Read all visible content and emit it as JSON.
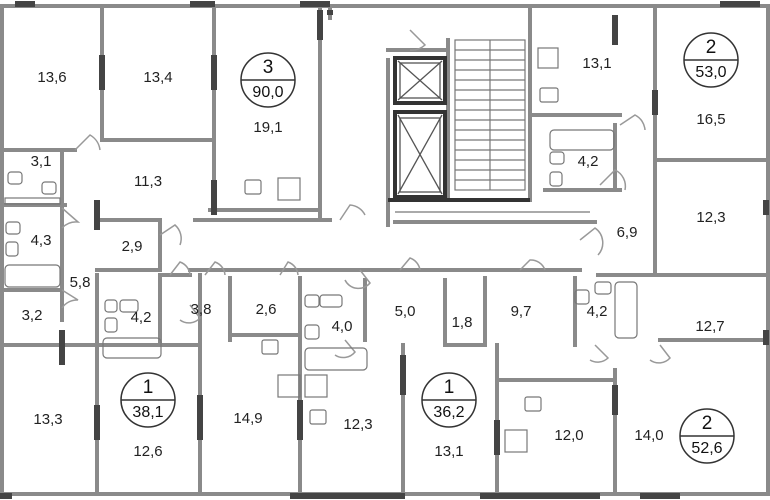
{
  "apartments": [
    {
      "id": "apt-3-rooms",
      "rooms": "3",
      "total_area": "90,0"
    },
    {
      "id": "apt-2-rooms-top",
      "rooms": "2",
      "total_area": "53,0"
    },
    {
      "id": "apt-1-rooms-left",
      "rooms": "1",
      "total_area": "38,1"
    },
    {
      "id": "apt-1-rooms-center",
      "rooms": "1",
      "total_area": "36,2"
    },
    {
      "id": "apt-2-rooms-bottom",
      "rooms": "2",
      "total_area": "52,6"
    }
  ],
  "rooms": [
    {
      "id": "r-13-6",
      "area": "13,6"
    },
    {
      "id": "r-13-4",
      "area": "13,4"
    },
    {
      "id": "r-19-1",
      "area": "19,1"
    },
    {
      "id": "r-3-1",
      "area": "3,1"
    },
    {
      "id": "r-11-3",
      "area": "11,3"
    },
    {
      "id": "r-4-3",
      "area": "4,3"
    },
    {
      "id": "r-2-9",
      "area": "2,9"
    },
    {
      "id": "r-5-8",
      "area": "5,8"
    },
    {
      "id": "r-3-2",
      "area": "3,2"
    },
    {
      "id": "r-13-1-top",
      "area": "13,1"
    },
    {
      "id": "r-16-5",
      "area": "16,5"
    },
    {
      "id": "r-4-2-top",
      "area": "4,2"
    },
    {
      "id": "r-12-3-right",
      "area": "12,3"
    },
    {
      "id": "r-6-9",
      "area": "6,9"
    },
    {
      "id": "r-4-2-left",
      "area": "4,2"
    },
    {
      "id": "r-3-8",
      "area": "3,8"
    },
    {
      "id": "r-2-6",
      "area": "2,6"
    },
    {
      "id": "r-4-0",
      "area": "4,0"
    },
    {
      "id": "r-5-0",
      "area": "5,0"
    },
    {
      "id": "r-1-8",
      "area": "1,8"
    },
    {
      "id": "r-9-7",
      "area": "9,7"
    },
    {
      "id": "r-4-2-right",
      "area": "4,2"
    },
    {
      "id": "r-12-7",
      "area": "12,7"
    },
    {
      "id": "r-13-3",
      "area": "13,3"
    },
    {
      "id": "r-12-6",
      "area": "12,6"
    },
    {
      "id": "r-14-9",
      "area": "14,9"
    },
    {
      "id": "r-12-3-bottom",
      "area": "12,3"
    },
    {
      "id": "r-13-1-bottom",
      "area": "13,1"
    },
    {
      "id": "r-12-0",
      "area": "12,0"
    },
    {
      "id": "r-14-0",
      "area": "14,0"
    }
  ],
  "colors": {
    "wall": "#8a8a8a",
    "window": "#444444",
    "fixture": "#777777"
  }
}
